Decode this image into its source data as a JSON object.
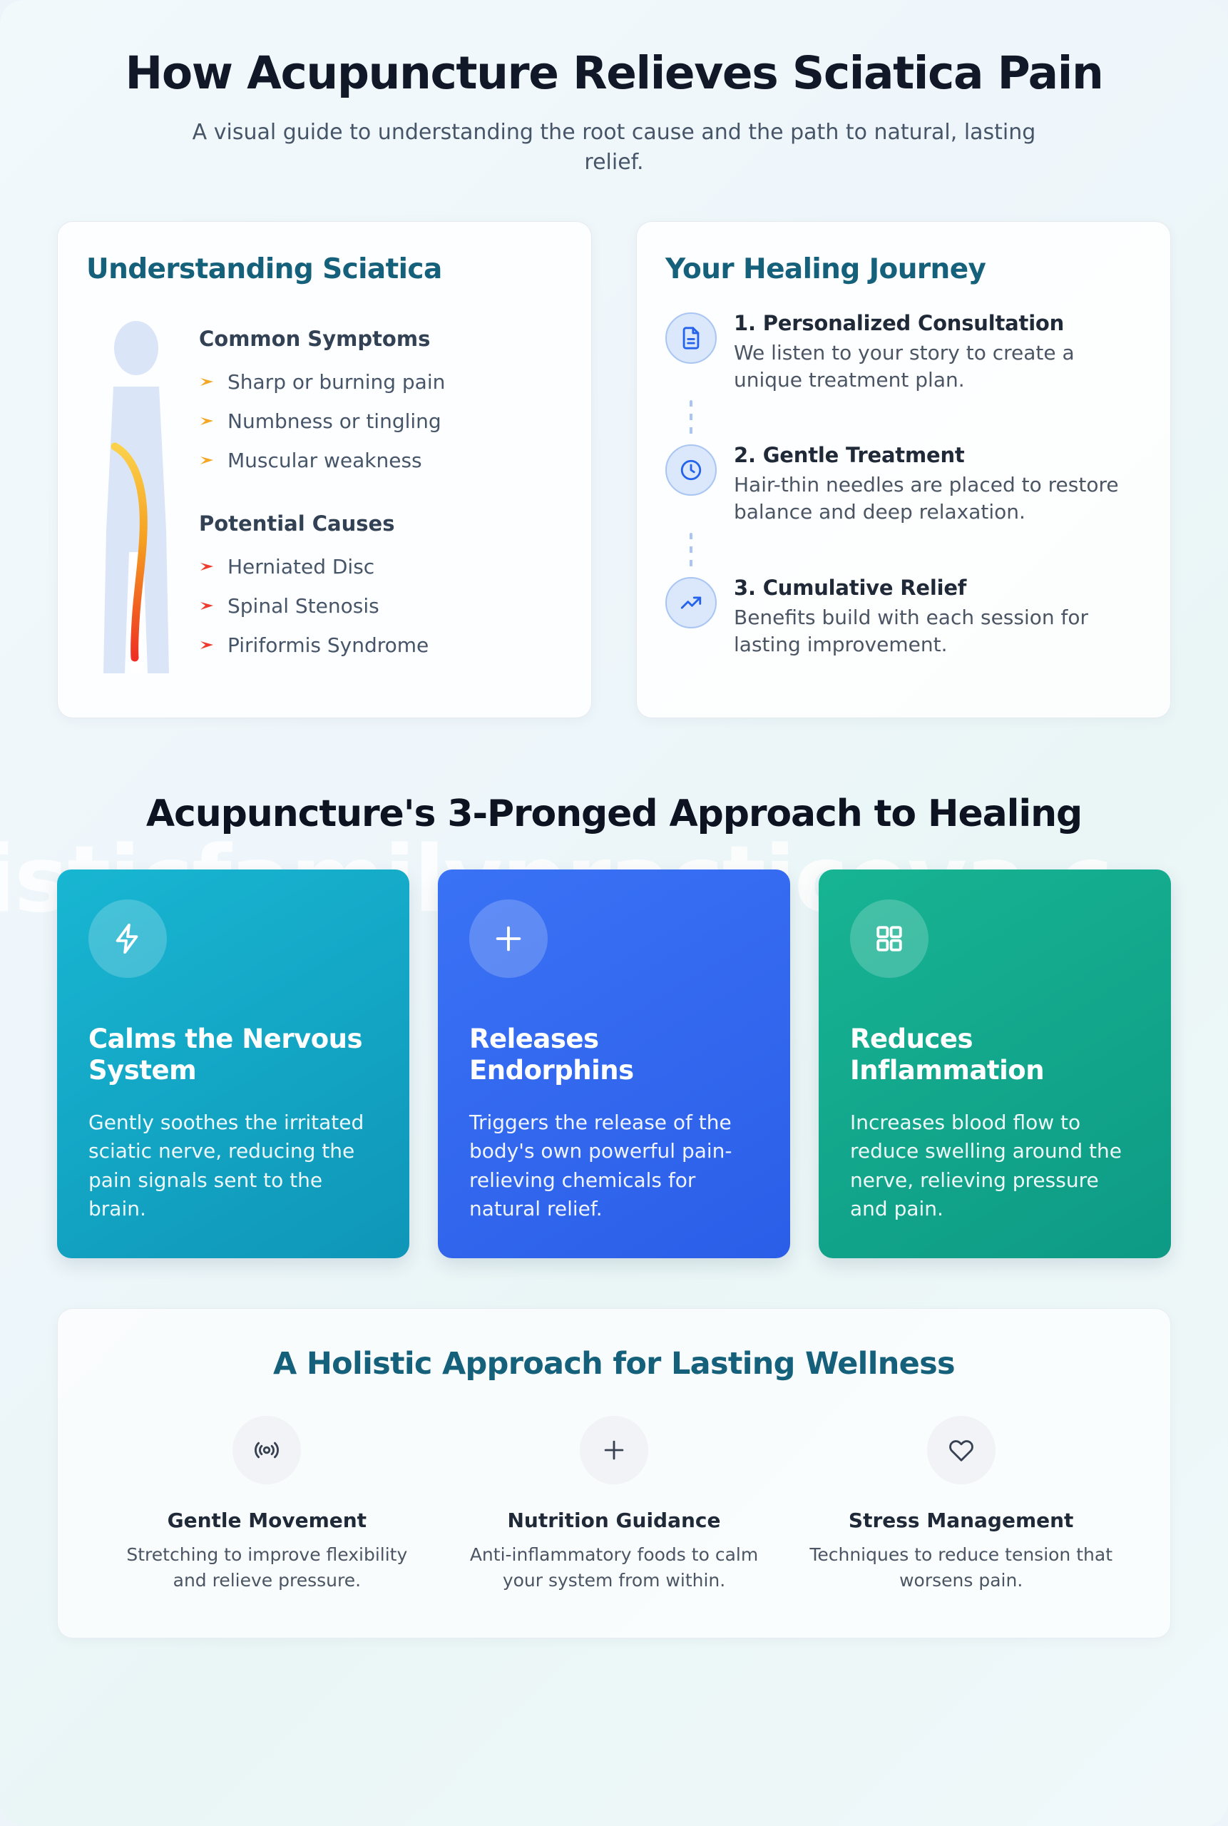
{
  "header": {
    "title": "How Acupuncture Relieves Sciatica Pain",
    "subtitle": "A visual guide to understanding the root cause and the path to natural, lasting relief."
  },
  "watermark": {
    "text": "isticfamilypracticeva.c"
  },
  "sciatica_card": {
    "title": "Understanding Sciatica",
    "symptoms_heading": "Common Symptoms",
    "symptoms": [
      "Sharp or burning pain",
      "Numbness or tingling",
      "Muscular weakness"
    ],
    "causes_heading": "Potential Causes",
    "causes": [
      "Herniated Disc",
      "Spinal Stenosis",
      "Piriformis Syndrome"
    ],
    "symptom_arrow_color": "#f5a623",
    "cause_arrow_color": "#ef3b2d",
    "body_color": "#dbe5f8",
    "nerve_gradient_start": "#fbd14b",
    "nerve_gradient_end": "#ee3124"
  },
  "journey_card": {
    "title": "Your Healing Journey",
    "steps": [
      {
        "icon": "document-icon",
        "title": "1. Personalized Consultation",
        "desc": "We listen to your story to create a unique treatment plan."
      },
      {
        "icon": "clock-icon",
        "title": "2. Gentle Treatment",
        "desc": "Hair-thin needles are placed to restore balance and deep relaxation."
      },
      {
        "icon": "trending-up-icon",
        "title": "3. Cumulative Relief",
        "desc": "Benefits build with each session for lasting improvement."
      }
    ],
    "icon_bg": "#dbe7fb",
    "icon_color": "#2563eb"
  },
  "approach": {
    "heading": "Acupuncture's 3-Pronged Approach to Healing",
    "pillars": [
      {
        "icon": "bolt-icon",
        "title": "Calms the Nervous System",
        "desc": "Gently soothes the irritated sciatic nerve, reducing the pain signals sent to the brain.",
        "color_from": "#18b6d2",
        "color_to": "#0f96b8"
      },
      {
        "icon": "plus-icon",
        "title": "Releases Endorphins",
        "desc": "Triggers the release of the body's own powerful pain-relieving chemicals for natural relief.",
        "color_from": "#3a72f5",
        "color_to": "#2b5ee8"
      },
      {
        "icon": "grid-icon",
        "title": "Reduces Inflammation",
        "desc": "Increases blood flow to reduce swelling around the nerve, relieving pressure and pain.",
        "color_from": "#17b493",
        "color_to": "#0e9a85"
      }
    ]
  },
  "holistic": {
    "title": "A Holistic Approach for Lasting Wellness",
    "items": [
      {
        "icon": "activity-wave-icon",
        "name": "Gentle Movement",
        "desc": "Stretching to improve flexibility and relieve pressure."
      },
      {
        "icon": "plus-icon",
        "name": "Nutrition Guidance",
        "desc": "Anti-inflammatory foods to calm your system from within."
      },
      {
        "icon": "heart-icon",
        "name": "Stress Management",
        "desc": "Techniques to reduce tension that worsens pain."
      }
    ],
    "circle_bg": "#f1f3f7",
    "icon_color": "#374151"
  }
}
